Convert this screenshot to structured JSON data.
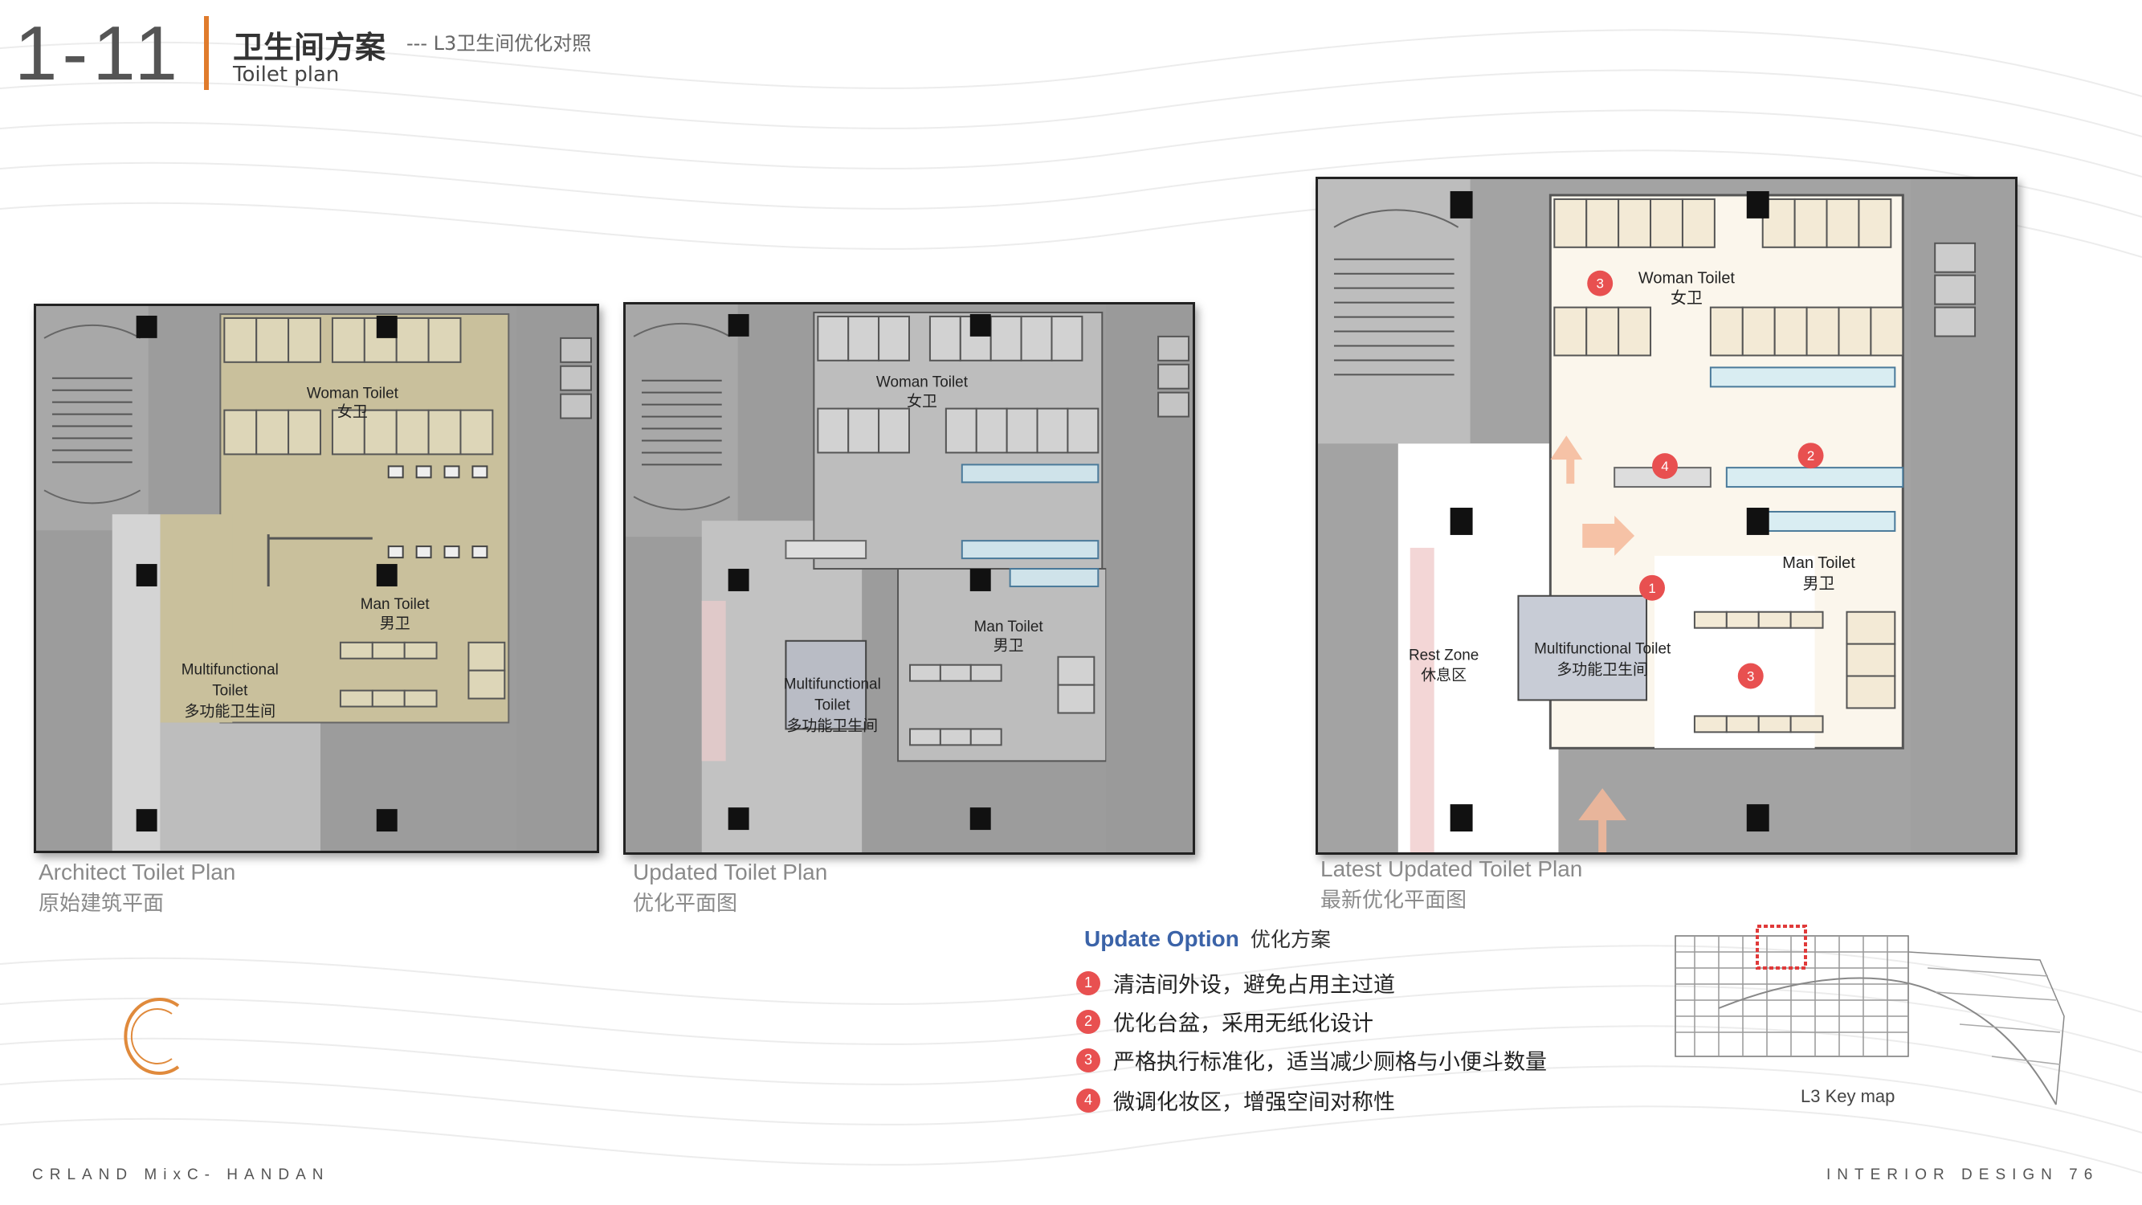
{
  "header": {
    "page_number": "1-11",
    "title_cn": "卫生间方案",
    "subtitle_cn": "--- L3卫生间优化对照",
    "title_en": "Toilet plan"
  },
  "plans": [
    {
      "label_en": "Architect Toilet Plan",
      "label_cn": "原始建筑平面",
      "rooms": {
        "woman_en": "Woman Toilet",
        "woman_cn": "女卫",
        "man_en": "Man Toilet",
        "man_cn": "男卫",
        "multi_en_1": "Multifunctional",
        "multi_en_2": "Toilet",
        "multi_cn": "多功能卫生间"
      }
    },
    {
      "label_en": "Updated Toilet Plan",
      "label_cn": "优化平面图",
      "rooms": {
        "woman_en": "Woman Toilet",
        "woman_cn": "女卫",
        "man_en": "Man Toilet",
        "man_cn": "男卫",
        "multi_en_1": "Multifunctional",
        "multi_en_2": "Toilet",
        "multi_cn": "多功能卫生间"
      }
    },
    {
      "label_en": "Latest Updated Toilet Plan",
      "label_cn": "最新优化平面图",
      "rooms": {
        "woman_en": "Woman Toilet",
        "woman_cn": "女卫",
        "man_en": "Man Toilet",
        "man_cn": "男卫",
        "multi_en": "Multifunctional Toilet",
        "multi_cn": "多功能卫生间",
        "rest_en": "Rest Zone",
        "rest_cn": "休息区"
      },
      "markers": [
        "1",
        "2",
        "3",
        "3",
        "4"
      ]
    }
  ],
  "update_option": {
    "title_en": "Update Option",
    "title_cn": "优化方案",
    "items": [
      {
        "num": "1",
        "text": "清洁间外设，避免占用主过道"
      },
      {
        "num": "2",
        "text": "优化台盆，采用无纸化设计"
      },
      {
        "num": "3",
        "text": "严格执行标准化，适当减少厕格与小便斗数量"
      },
      {
        "num": "4",
        "text": "微调化妆区，增强空间对称性"
      }
    ]
  },
  "keymap": {
    "label": "L3 Key map"
  },
  "logo": {
    "letter": "C"
  },
  "footer": {
    "left": "CRLAND MixC- HANDAN",
    "right": "INTERIOR DESIGN 76"
  },
  "colors": {
    "accent_orange": "#e07b2c",
    "marker_red": "#e85050",
    "update_blue": "#3b63a8",
    "plan1_fill": "#c8bf9a",
    "plan3_fill": "#fbf6ec"
  }
}
